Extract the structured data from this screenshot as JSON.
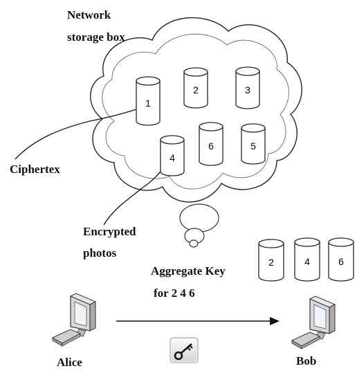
{
  "labels": {
    "cloud_title_line1": "Network",
    "cloud_title_line2": "storage box",
    "ciphertext": "Ciphertex",
    "encrypted_line1": "Encrypted",
    "encrypted_line2": "photos",
    "aggregate_line1": "Aggregate Key",
    "aggregate_line2": "for 2 4 6",
    "alice": "Alice",
    "bob": "Bob"
  },
  "cloud_cylinders": [
    "1",
    "2",
    "3",
    "4",
    "6",
    "5"
  ],
  "bob_cylinders": [
    "2",
    "4",
    "6"
  ],
  "icons": {
    "sender": "computer-icon",
    "receiver": "computer-icon",
    "key": "key-icon"
  }
}
